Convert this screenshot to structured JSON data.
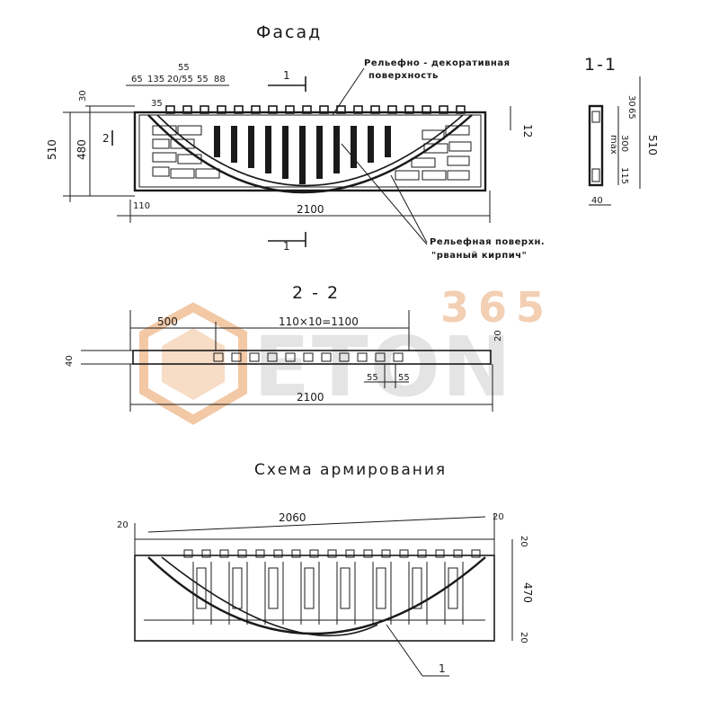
{
  "facade": {
    "title": "Фасад",
    "note_decorative": "Рельефно - декоративная",
    "note_decorative_2": "поверхность",
    "note_brick": "Рельефная поверхн.",
    "note_brick_2": "\"рваный кирпич\"",
    "dims": {
      "top_chain": [
        "65",
        "135",
        "20/55",
        "55",
        "88"
      ],
      "top_55": "55",
      "left_35": "35",
      "h30": "30",
      "h480": "480",
      "h510": "510",
      "w110": "110",
      "w2100": "2100",
      "h_right": "12"
    },
    "cut_marks": {
      "sec1": "1",
      "sec2": "2"
    }
  },
  "section_1_1": {
    "title": "1-1",
    "dims": {
      "d30": "30",
      "d65": "65",
      "d300": "300",
      "max": "max",
      "d510": "510",
      "d115": "115",
      "d40": "40"
    }
  },
  "section_2_2": {
    "title": "2 - 2",
    "dims": {
      "w500": "500",
      "chain": "110×10=1100",
      "w2100": "2100",
      "d55a": "55",
      "d55b": "55",
      "d20": "20",
      "d40": "40"
    }
  },
  "reinforcement": {
    "title": "Схема армирования",
    "dims": {
      "w2060": "2060",
      "l20": "20",
      "r20": "20",
      "h470": "470",
      "t20": "20",
      "b20": "20"
    },
    "callout": "1"
  },
  "watermark": {
    "number": "365",
    "brand": "ETON",
    "accent": "#f0a070"
  }
}
